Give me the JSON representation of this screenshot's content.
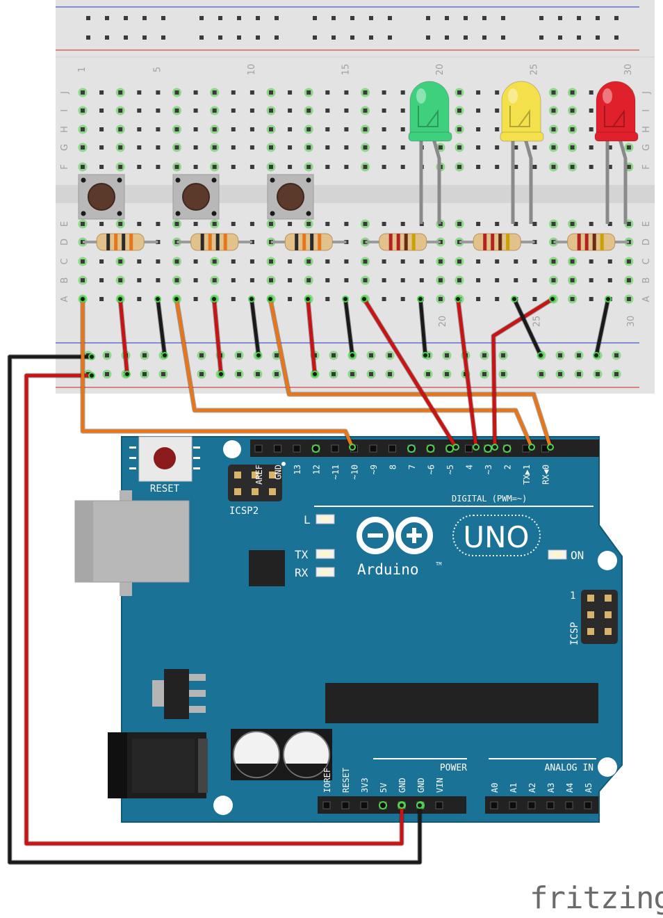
{
  "brand": "fritzing",
  "breadboard": {
    "column_labels": [
      "1",
      "5",
      "10",
      "15",
      "20",
      "25",
      "30"
    ],
    "bottom_column_labels": [
      "20",
      "25",
      "30"
    ],
    "row_labels_top": [
      "J",
      "I",
      "H",
      "G",
      "F"
    ],
    "row_labels_bottom": [
      "E",
      "D",
      "C",
      "B",
      "A"
    ]
  },
  "components": {
    "buttons": 3,
    "resistors": 6,
    "leds": [
      {
        "name": "green",
        "color": "#3fd07e"
      },
      {
        "name": "yellow",
        "color": "#f4e04a"
      },
      {
        "name": "red",
        "color": "#e0202a"
      }
    ]
  },
  "arduino": {
    "reset_label": "RESET",
    "icsp2_label": "ICSP2",
    "icsp_label": "ICSP",
    "icsp_pin1": "1",
    "logo_text": "Arduino",
    "tm": "TM",
    "model": "UNO",
    "on_label": "ON",
    "l_label": "L",
    "tx_label": "TX",
    "rx_label": "RX",
    "digital_label": "DIGITAL (PWM=~)",
    "digital_pins": [
      "AREF",
      "GND",
      "13",
      "12",
      "~11",
      "~10",
      "~9",
      "8",
      "7",
      "~6",
      "~5",
      "4",
      "~3",
      "2",
      "TX▶1",
      "RX◀0"
    ],
    "power_label": "POWER",
    "analog_label": "ANALOG IN",
    "power_pins": [
      "IOREF",
      "RESET",
      "3V3",
      "5V",
      "GND",
      "GND",
      "VIN"
    ],
    "analog_pins": [
      "A0",
      "A1",
      "A2",
      "A3",
      "A4",
      "A5"
    ]
  },
  "colors": {
    "board": "#1a7296",
    "breadboard": "#e3e3e3",
    "wire_orange": "#e6761c",
    "wire_red": "#c81414",
    "wire_black": "#1a1a1a"
  }
}
